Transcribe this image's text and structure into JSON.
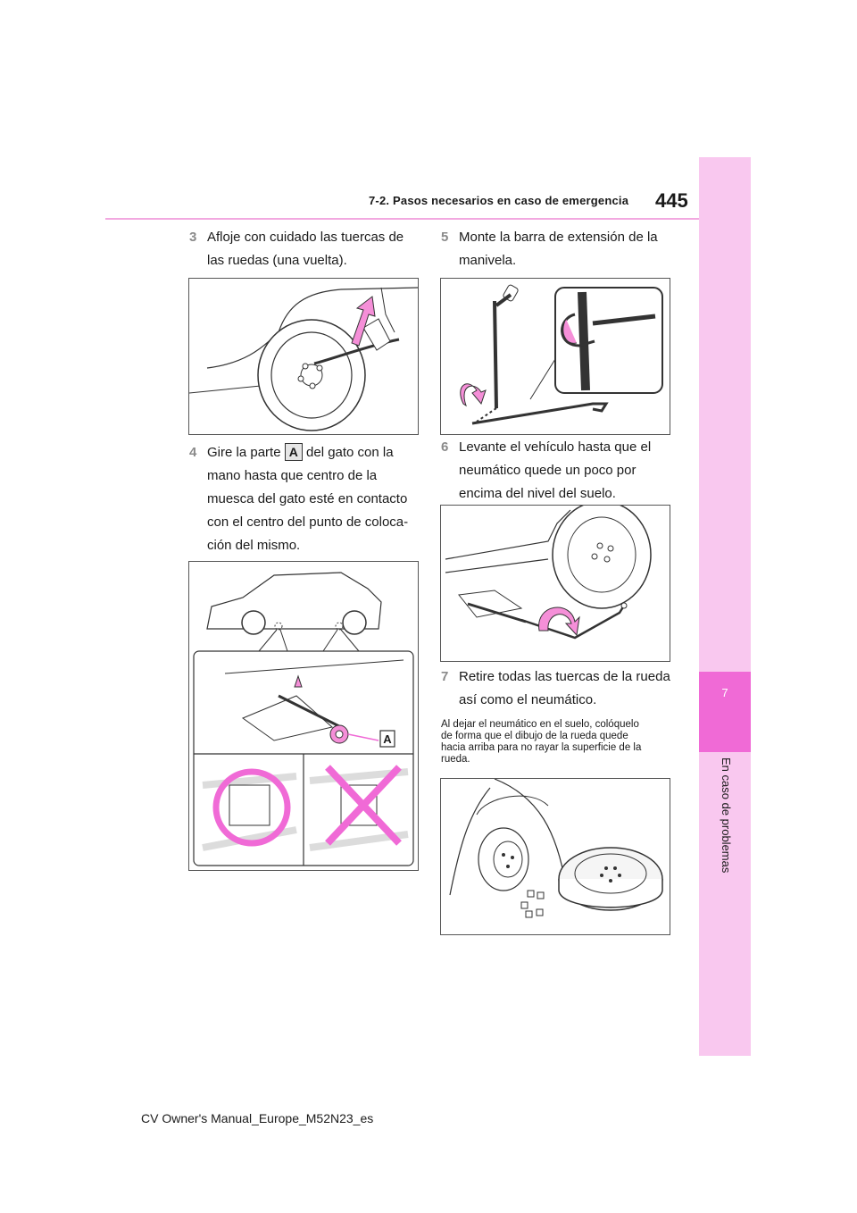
{
  "header": {
    "section_title": "7-2. Pasos necesarios en caso de emergencia",
    "page_number": "445"
  },
  "side_tab": {
    "chapter_number": "7",
    "chapter_title": "En caso de problemas"
  },
  "steps": {
    "s3": {
      "num": "3",
      "line1": "Afloje con cuidado las tuercas de",
      "line2": "las ruedas (una vuelta)."
    },
    "s4": {
      "num": "4",
      "pre": "Gire la parte",
      "key": "A",
      "post": "del gato con la",
      "lines": [
        "mano hasta que centro de la",
        "muesca del gato esté en contacto",
        "con el centro del punto de coloca-",
        "ción del mismo."
      ]
    },
    "s5": {
      "num": "5",
      "line1": "Monte la barra de extensión de la",
      "line2": "manivela."
    },
    "s6": {
      "num": "6",
      "line1": "Levante el vehículo hasta que el",
      "line2": "neumático quede un poco por",
      "line3": "encima del nivel del suelo."
    },
    "s7": {
      "num": "7",
      "line1": "Retire todas las tuercas de la rueda",
      "line2": "así como el neumático."
    }
  },
  "note": {
    "lines": [
      "Al dejar el neumático en el suelo, colóquelo",
      "de forma que el dibujo de la rueda quede",
      "hacia arriba para no rayar la superficie de la",
      "rueda."
    ]
  },
  "figure_labels": {
    "jack_part": "A"
  },
  "colors": {
    "accent_pink": "#f06ad6",
    "tab_pink": "#f9c8ef",
    "rule_pink": "#f2a8e0",
    "arrow_pink": "#f58fd8"
  },
  "footer": {
    "text": "CV Owner's Manual_Europe_M52N23_es"
  }
}
